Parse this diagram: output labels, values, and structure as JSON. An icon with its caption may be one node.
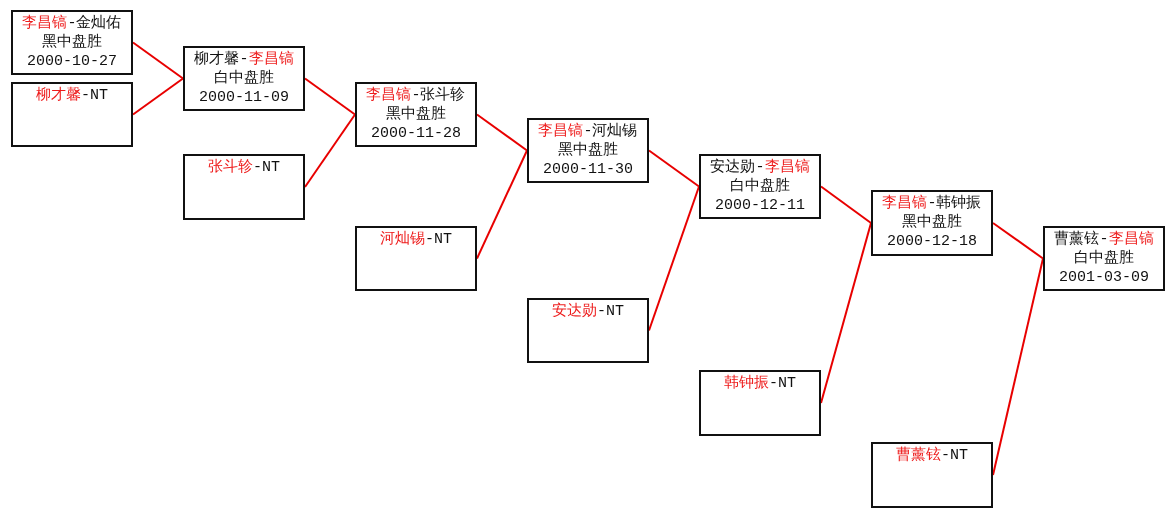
{
  "diagram": {
    "nodes": [
      {
        "text": [
          "李昌镐-金灿佑",
          "黑中盘胜",
          "2000-10-27"
        ]
      },
      {
        "text": [
          "柳才馨-NT"
        ]
      },
      {
        "text": [
          "柳才馨-李昌镐",
          "白中盘胜",
          "2000-11-09"
        ]
      },
      {
        "text": [
          "张斗轸-NT"
        ]
      },
      {
        "text": [
          "李昌镐-张斗轸",
          "黑中盘胜",
          "2000-11-28"
        ]
      },
      {
        "text": [
          "河灿锡-NT"
        ]
      },
      {
        "text": [
          "李昌镐-河灿锡",
          "黑中盘胜",
          "2000-11-30"
        ]
      },
      {
        "text": [
          "安达勋-NT"
        ]
      },
      {
        "text": [
          "安达勋-李昌镐",
          "白中盘胜",
          "2000-12-11"
        ]
      },
      {
        "text": [
          "韩钟振-NT"
        ]
      },
      {
        "text": [
          "李昌镐-韩钟振",
          "黑中盘胜",
          "2000-12-18"
        ]
      },
      {
        "text": [
          "曹薰铉-NT"
        ]
      },
      {
        "text": [
          "曹薰铉-李昌镐",
          "白中盘胜",
          "2001-03-09"
        ]
      }
    ],
    "edges": [
      {
        "from": 0,
        "to": 2,
        "arrow": "none"
      },
      {
        "from": 1,
        "to": 2,
        "arrow": "none"
      },
      {
        "from": 2,
        "to": 4,
        "arrow": "none"
      },
      {
        "from": 3,
        "to": 4,
        "arrow": "none"
      },
      {
        "from": 4,
        "to": 6,
        "arrow": "none"
      },
      {
        "from": 5,
        "to": 6,
        "arrow": "none"
      },
      {
        "from": 6,
        "to": 8,
        "arrow": "none"
      },
      {
        "from": 7,
        "to": 8,
        "arrow": "none"
      },
      {
        "from": 8,
        "to": 10,
        "arrow": "none"
      },
      {
        "from": 9,
        "to": 10,
        "arrow": "none"
      },
      {
        "from": 10,
        "to": 12,
        "arrow": "none"
      },
      {
        "from": 11,
        "to": 12,
        "arrow": "none"
      }
    ]
  }
}
